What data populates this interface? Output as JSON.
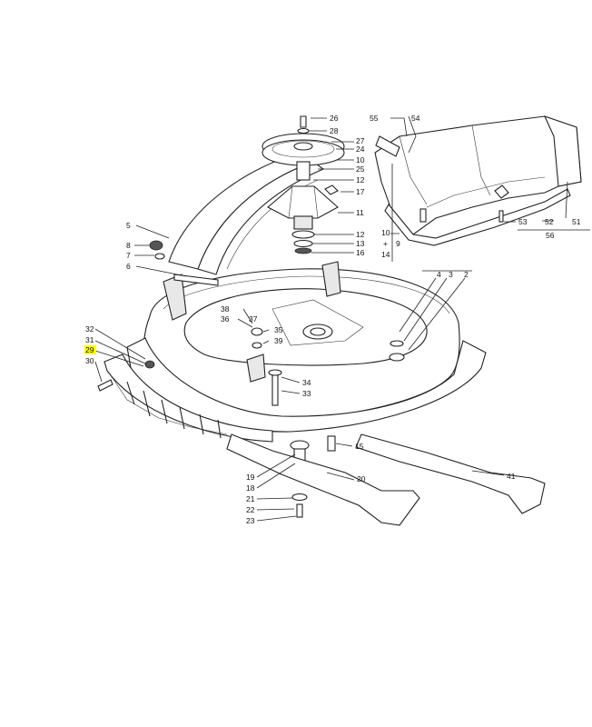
{
  "labels": {
    "l26": "26",
    "l28": "28",
    "l27": "27",
    "l24": "24",
    "l10a": "10",
    "l25": "25",
    "l12a": "12",
    "l17": "17",
    "l11": "11",
    "l12b": "12",
    "l13": "13",
    "l16": "16",
    "l10b": "10",
    "l9": "9",
    "l14": "14",
    "plus": "+",
    "l55": "55",
    "l54": "54",
    "l53": "53",
    "l52": "52",
    "l51": "51",
    "l56": "56",
    "l5": "5",
    "l8": "8",
    "l7": "7",
    "l6": "6",
    "l4": "4",
    "l3": "3",
    "l2": "2",
    "l38": "38",
    "l37": "37",
    "l36": "36",
    "l35": "35",
    "l39": "39",
    "l32": "32",
    "l31": "31",
    "l29": "29",
    "l30": "30",
    "l34": "34",
    "l33": "33",
    "l15": "15",
    "l41": "41",
    "l19": "19",
    "l18": "18",
    "l20": "20",
    "l21": "21",
    "l22": "22",
    "l23": "23"
  },
  "highlight": {
    "label": "29",
    "color": "#ffff00"
  }
}
